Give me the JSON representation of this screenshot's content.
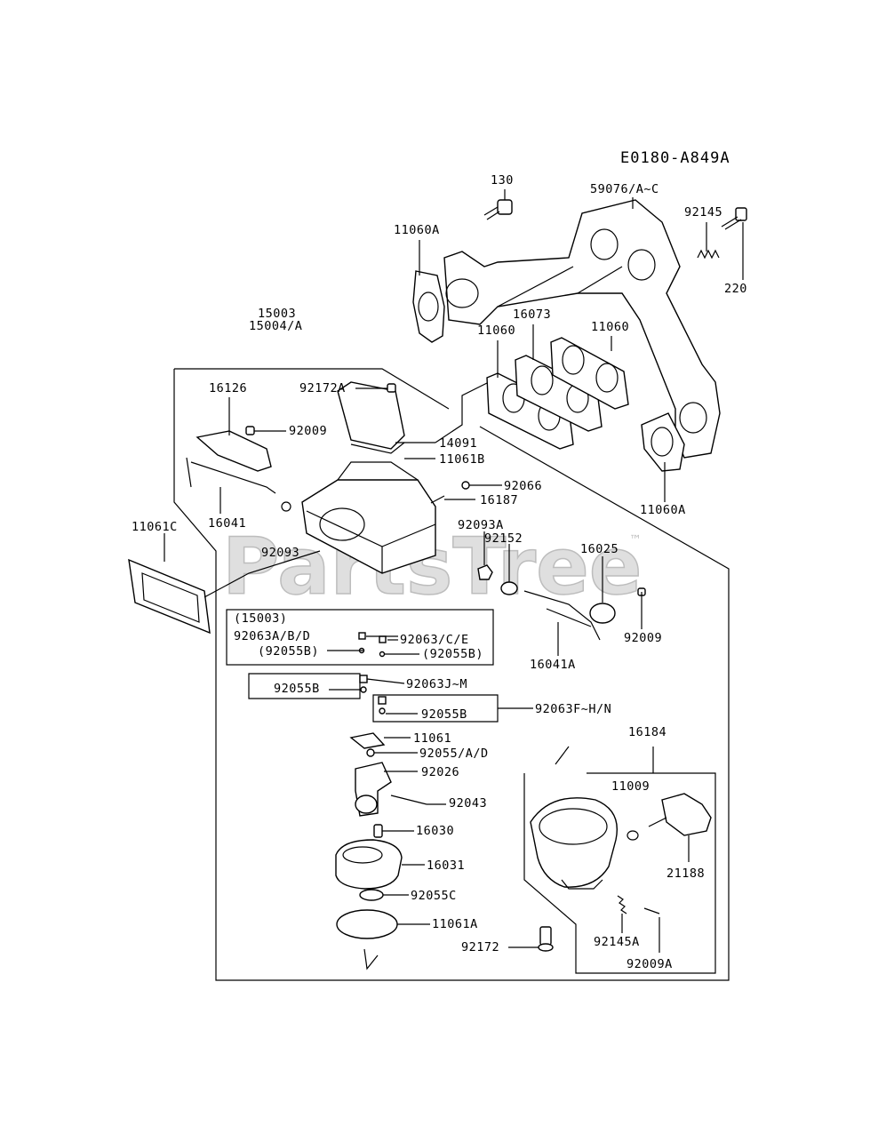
{
  "diagram": {
    "code": "E0180-A849A",
    "watermark": "PartsTree",
    "trademark": "™",
    "labels": {
      "p130": "130",
      "p59076": "59076/A~C",
      "p92145": "92145",
      "p220": "220",
      "p11060A_top": "11060A",
      "p15003": "15003",
      "p15004": "15004/A",
      "p16073": "16073",
      "p11060_right": "11060",
      "p11060_left": "11060",
      "p16126": "16126",
      "p92172A": "92172A",
      "p92009_top": "92009",
      "p14091": "14091",
      "p11061B": "11061B",
      "p92066": "92066",
      "p16187": "16187",
      "p16041": "16041",
      "p11060A_bottom": "11060A",
      "p11061C": "11061C",
      "p92093A": "92093A",
      "p92152": "92152",
      "p16025": "16025",
      "p92093": "92093",
      "p15003_box": "(15003)",
      "p92063ABD": "92063A/B/D",
      "p92063CE": "92063/C/E",
      "p92055B_a": "(92055B)",
      "p92055B_b": "(92055B)",
      "p92009_mid": "92009",
      "p16041A": "16041A",
      "p92055B_c": "92055B",
      "p92063JM": "92063J~M",
      "p92055B_d": "92055B",
      "p92063FHN": "92063F~H/N",
      "p11061": "11061",
      "p92055AD": "92055/A/D",
      "p92026": "92026",
      "p16184": "16184",
      "p11009": "11009",
      "p92043": "92043",
      "p16030": "16030",
      "p21188": "21188",
      "p16031": "16031",
      "p92055C": "92055C",
      "p11061A": "11061A",
      "p92145A": "92145A",
      "p92172": "92172",
      "p92009A": "92009A"
    }
  }
}
